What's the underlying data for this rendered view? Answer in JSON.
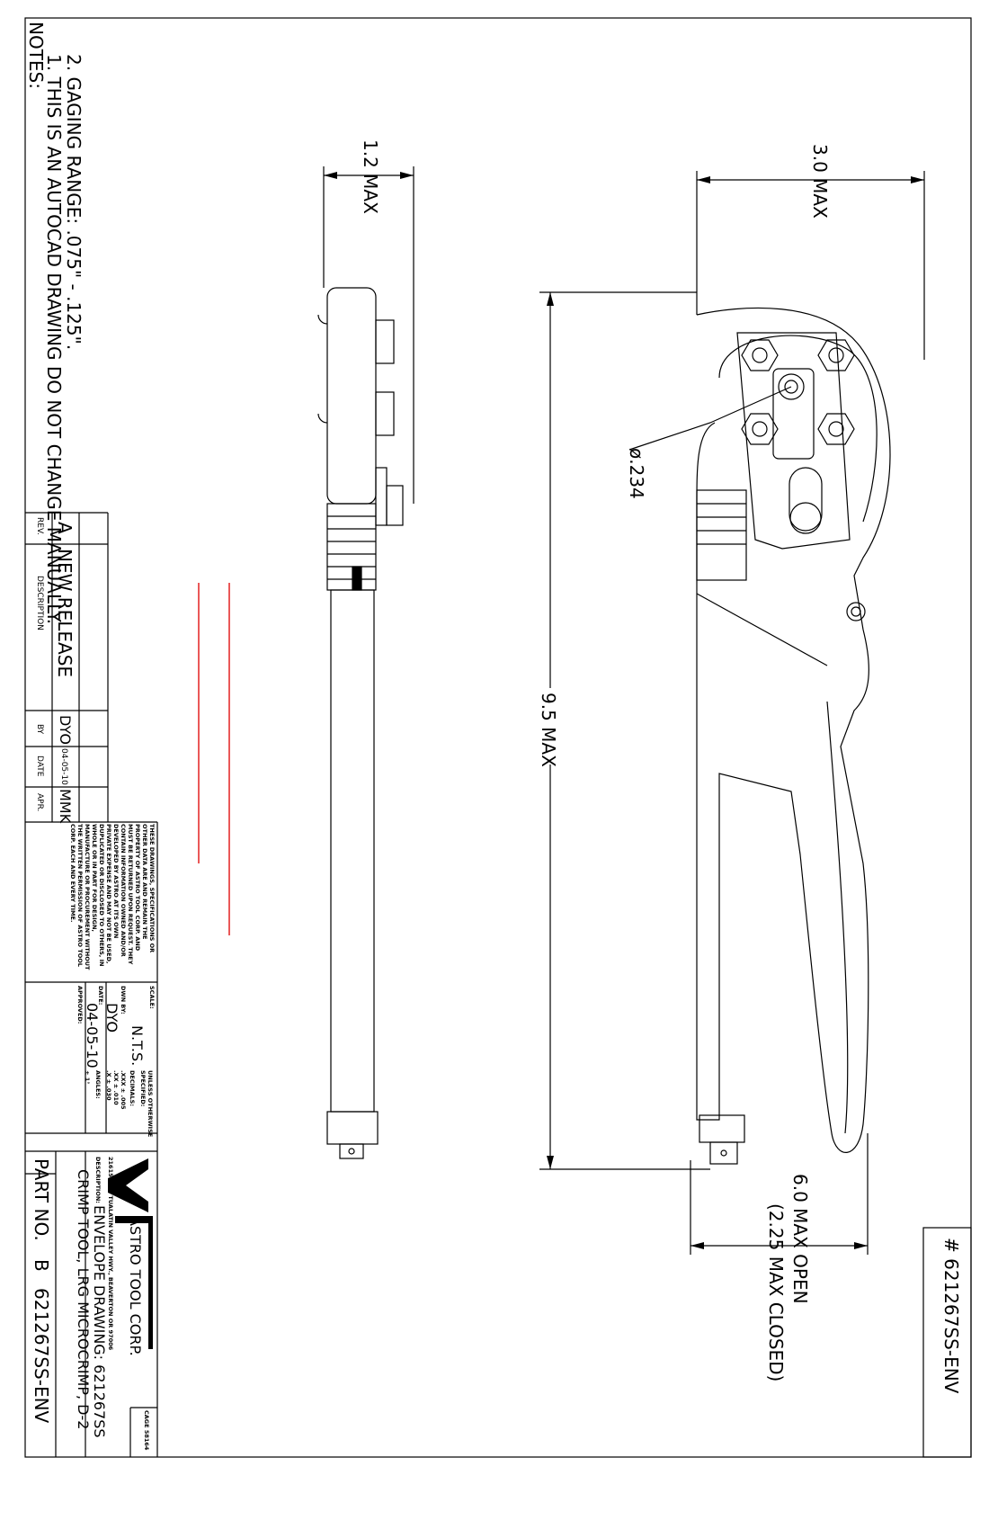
{
  "notes": {
    "heading": "NOTES:",
    "items": [
      "1. THIS IS AN AUTOCAD DRAWING DO NOT CHANGE MANUALLY.",
      "2. GAGING RANGE: .075\" - .125\"."
    ]
  },
  "dimensions": {
    "width_closed": "3.0  MAX",
    "thickness": "1.2  MAX",
    "length": "9.5  MAX",
    "diameter": "ø.234",
    "open": "6.0  MAX  OPEN",
    "closed": "(2.25  MAX  CLOSED)"
  },
  "part_tag": "# 621267SS-ENV",
  "revision_table": {
    "headers": {
      "rev": "REV.",
      "description": "DESCRIPTION",
      "by": "BY",
      "date": "DATE",
      "apr": "APR."
    },
    "row": {
      "rev": "A",
      "description": "NEW RELEASE",
      "by": "DYO",
      "date": "04-05-10",
      "apr": "MMK"
    }
  },
  "proprietary_notice": [
    "THESE DRAWINGS, SPECIFICATIONS OR",
    "OTHER DATA ARE AND REMAIN THE",
    "PROPERTY OF ASTRO TOOL CORP. AND",
    "MUST BE RETURNED UPON REQUEST. THEY",
    "CONTAIN INFORMATION OWNED AND/OR",
    "DEVELOPED BY ASTRO AT ITS OWN",
    "PRIVATE EXPENSE AND MAY NOT BE USED,",
    "DUPLICATED OR DISCLOSED TO OTHERS, IN",
    "WHOLE OR IN PART FOR DESIGN,",
    "MANUFACTURE OR PROCUREMENT WITHOUT",
    "THE WRITTEN PERMISSION OF ASTRO TOOL",
    "CORP. EACH AND EVERY TIME."
  ],
  "title_block": {
    "scale_label": "SCALE:",
    "scale_value": "N.T.S.",
    "drawn_by_label": "DWN BY:",
    "drawn_by_value": "DYO",
    "date_label": "DATE:",
    "date_value": "04-05-10",
    "approved_label": "APPROVED:",
    "approved_value": "",
    "tolerances": [
      "UNLESS OTHERWISE",
      "SPECIFIED:",
      "DECIMALS:",
      "  .XXX  ± .005",
      "  .XX    ± .010",
      "  .X      ± .030",
      "ANGLES:",
      "              ± 1°"
    ],
    "company": "ASTRO TOOL CORP.",
    "address": "21615 S.W. TUALATIN VALLEY HWY., BEAVERTON OR 97006",
    "cage": "CAGE 58164",
    "description_label": "DESCRIPTION:",
    "description_line1": "ENVELOPE DRAWING: 621267SS",
    "description_line2": "CRIMP TOOL, LRG MICROCRIMP, D-2",
    "part_no_label": "PART NO.",
    "part_no_rev": "B",
    "part_no_value": "621267SS-ENV"
  },
  "colors": {
    "line": "#000000",
    "markup": "#e01010"
  }
}
